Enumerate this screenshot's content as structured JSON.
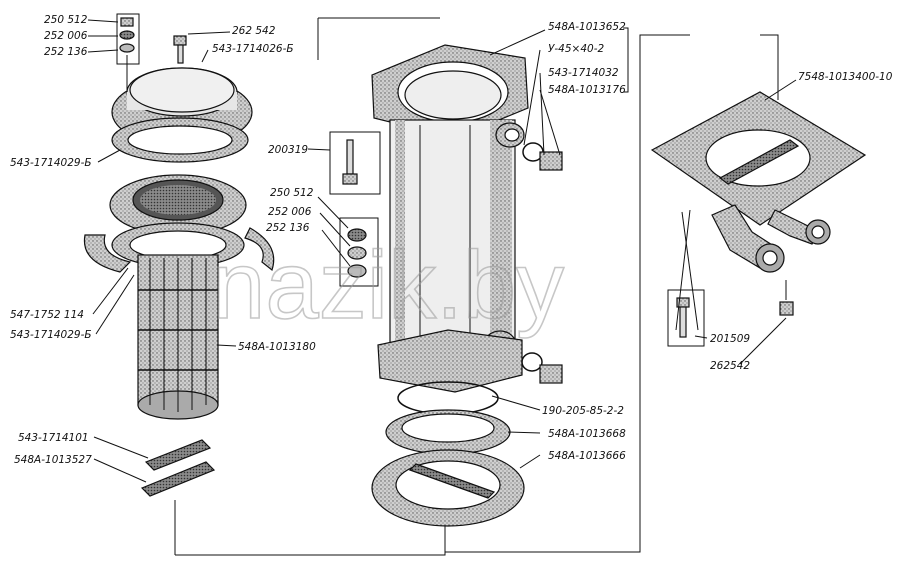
{
  "watermark": "nazik.by",
  "corner_mark": "",
  "labels": {
    "l250512a": "250 512",
    "l252006a": "252 006",
    "l252136a": "252 136",
    "l262542a": "262 542",
    "l5431714026": "543-1714026-Б",
    "l5431714029a": "543-1714029-Б",
    "l5471752114": "547-1752 114",
    "l5431714029b": "543-1714029-Б",
    "l548a1013180": "548А-1013180",
    "l5431714101": "543-1714101",
    "l548a1013527": "548А-1013527",
    "l200319": "200319",
    "l250512b": "250 512",
    "l252006b": "252 006",
    "l252136b": "252 136",
    "l548a1013652": "548А-1013652",
    "lu45402": "У-45×40-2",
    "l5431714032": "543-1714032",
    "l548a1013176": "548А-1013176",
    "l1902058522": "190-205-85-2-2",
    "l548a1013668": "548А-1013668",
    "l548a1013666": "548А-1013666",
    "l7548101340010": "7548-1013400-10",
    "l201509": "201509",
    "l262542b": "262542"
  },
  "colors": {
    "ink": "#111111",
    "shade": "#6f6f6f",
    "watermark": "#9a9a9a"
  }
}
